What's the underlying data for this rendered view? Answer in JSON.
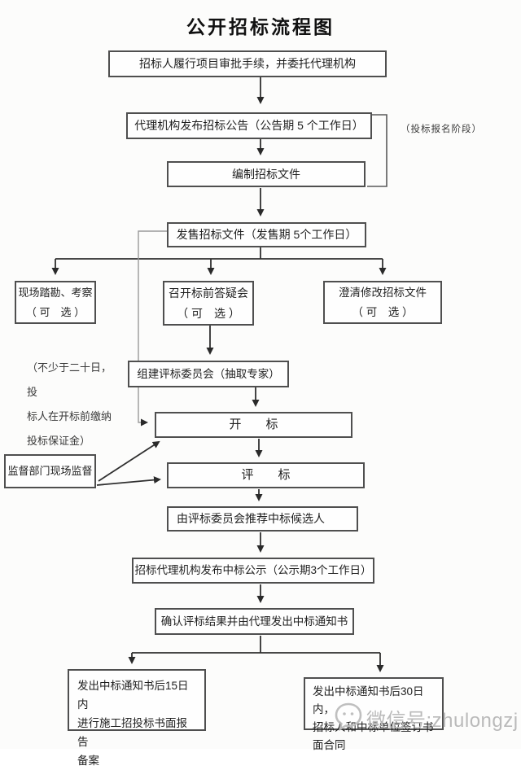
{
  "title": "公开招标流程图",
  "nodes": {
    "approval": {
      "text": "招标人履行项目审批手续，并委托代理机构"
    },
    "announce": {
      "text": "代理机构发布招标公告（公告期 5 个工作日）"
    },
    "prepare": {
      "text": "编制招标文件"
    },
    "sell": {
      "text": "发售招标文件（发售期 5个工作日）"
    },
    "site_visit": {
      "text": "现场踏勘、考察\n（ 可　选 ）"
    },
    "qa_meeting": {
      "text": "召开标前答疑会\n（ 可　选 ）"
    },
    "clarify": {
      "text": "澄清修改招标文件\n（ 可　选 ）"
    },
    "committee": {
      "text": "组建评标委员会（抽取专家）"
    },
    "opening": {
      "text": "开　　标"
    },
    "evaluation": {
      "text": "评　　标"
    },
    "recommend": {
      "text": "由评标委员会推荐中标候选人"
    },
    "publicity": {
      "text": "招标代理机构发布中标公示（公示期3个工作日）"
    },
    "confirm": {
      "text": "确认评标结果并由代理发出中标通知书"
    },
    "filing": {
      "text": "发出中标通知书后15日内\n进行施工招投标书面报告\n备案"
    },
    "contract": {
      "text": "发出中标通知书后30日内，\n招标人和中标单位签订书\n面合同"
    },
    "supervision": {
      "text": "监督部门现场监督"
    }
  },
  "notes": {
    "phase": "（投标报名阶段）",
    "deposit": "（不少于二十日，投\n标人在开标前缴纳\n投标保证金）"
  },
  "watermark": {
    "icon": "chat-bubble-icon",
    "text": "微信号:zhulongzj"
  },
  "colors": {
    "line": "#2f2f2f",
    "box_border": "#4f4f4f",
    "watermark": "#b7b7b7"
  }
}
